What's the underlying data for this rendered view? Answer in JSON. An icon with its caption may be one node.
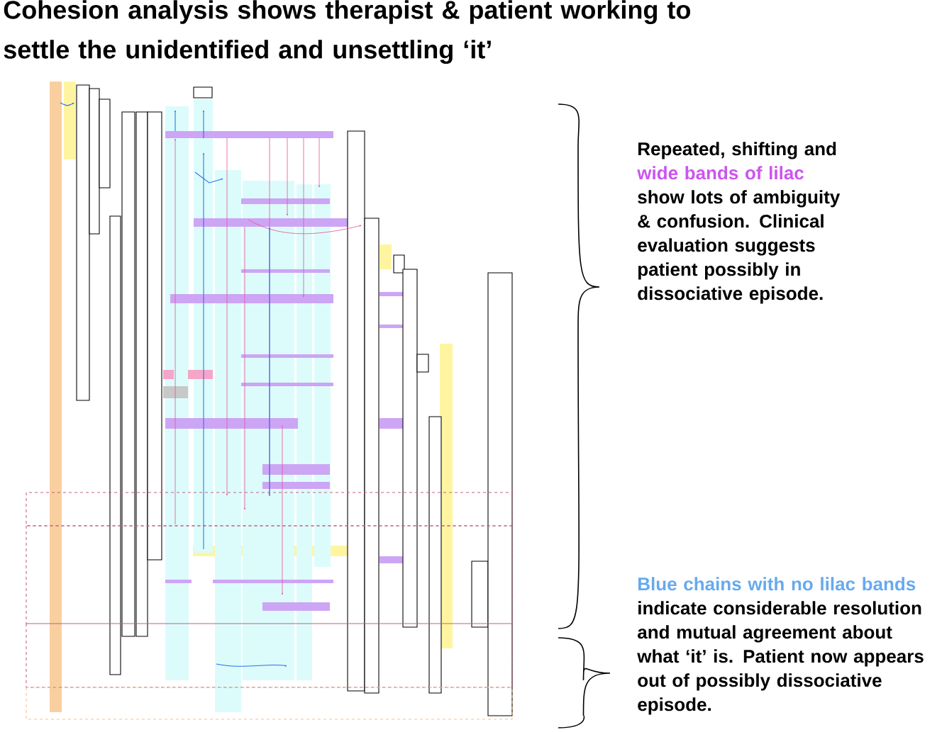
{
  "diagram": {
    "title": "Cohesion analysis shows therapist & patient working to settle the unidentified and unsettling ‘it’",
    "labels": [
      "Repeated, shifting and",
      "wide bands of lilac",
      "show lots of ambiguity & confusion. Clinical evaluation suggests patient possibly in dissociative episode.",
      "Blue chains with no lilac bands",
      "indicate considerable resolution and mutual agreement about what ‘it’ is. Patient now appears out of possibly dissociative episode."
    ]
  }
}
